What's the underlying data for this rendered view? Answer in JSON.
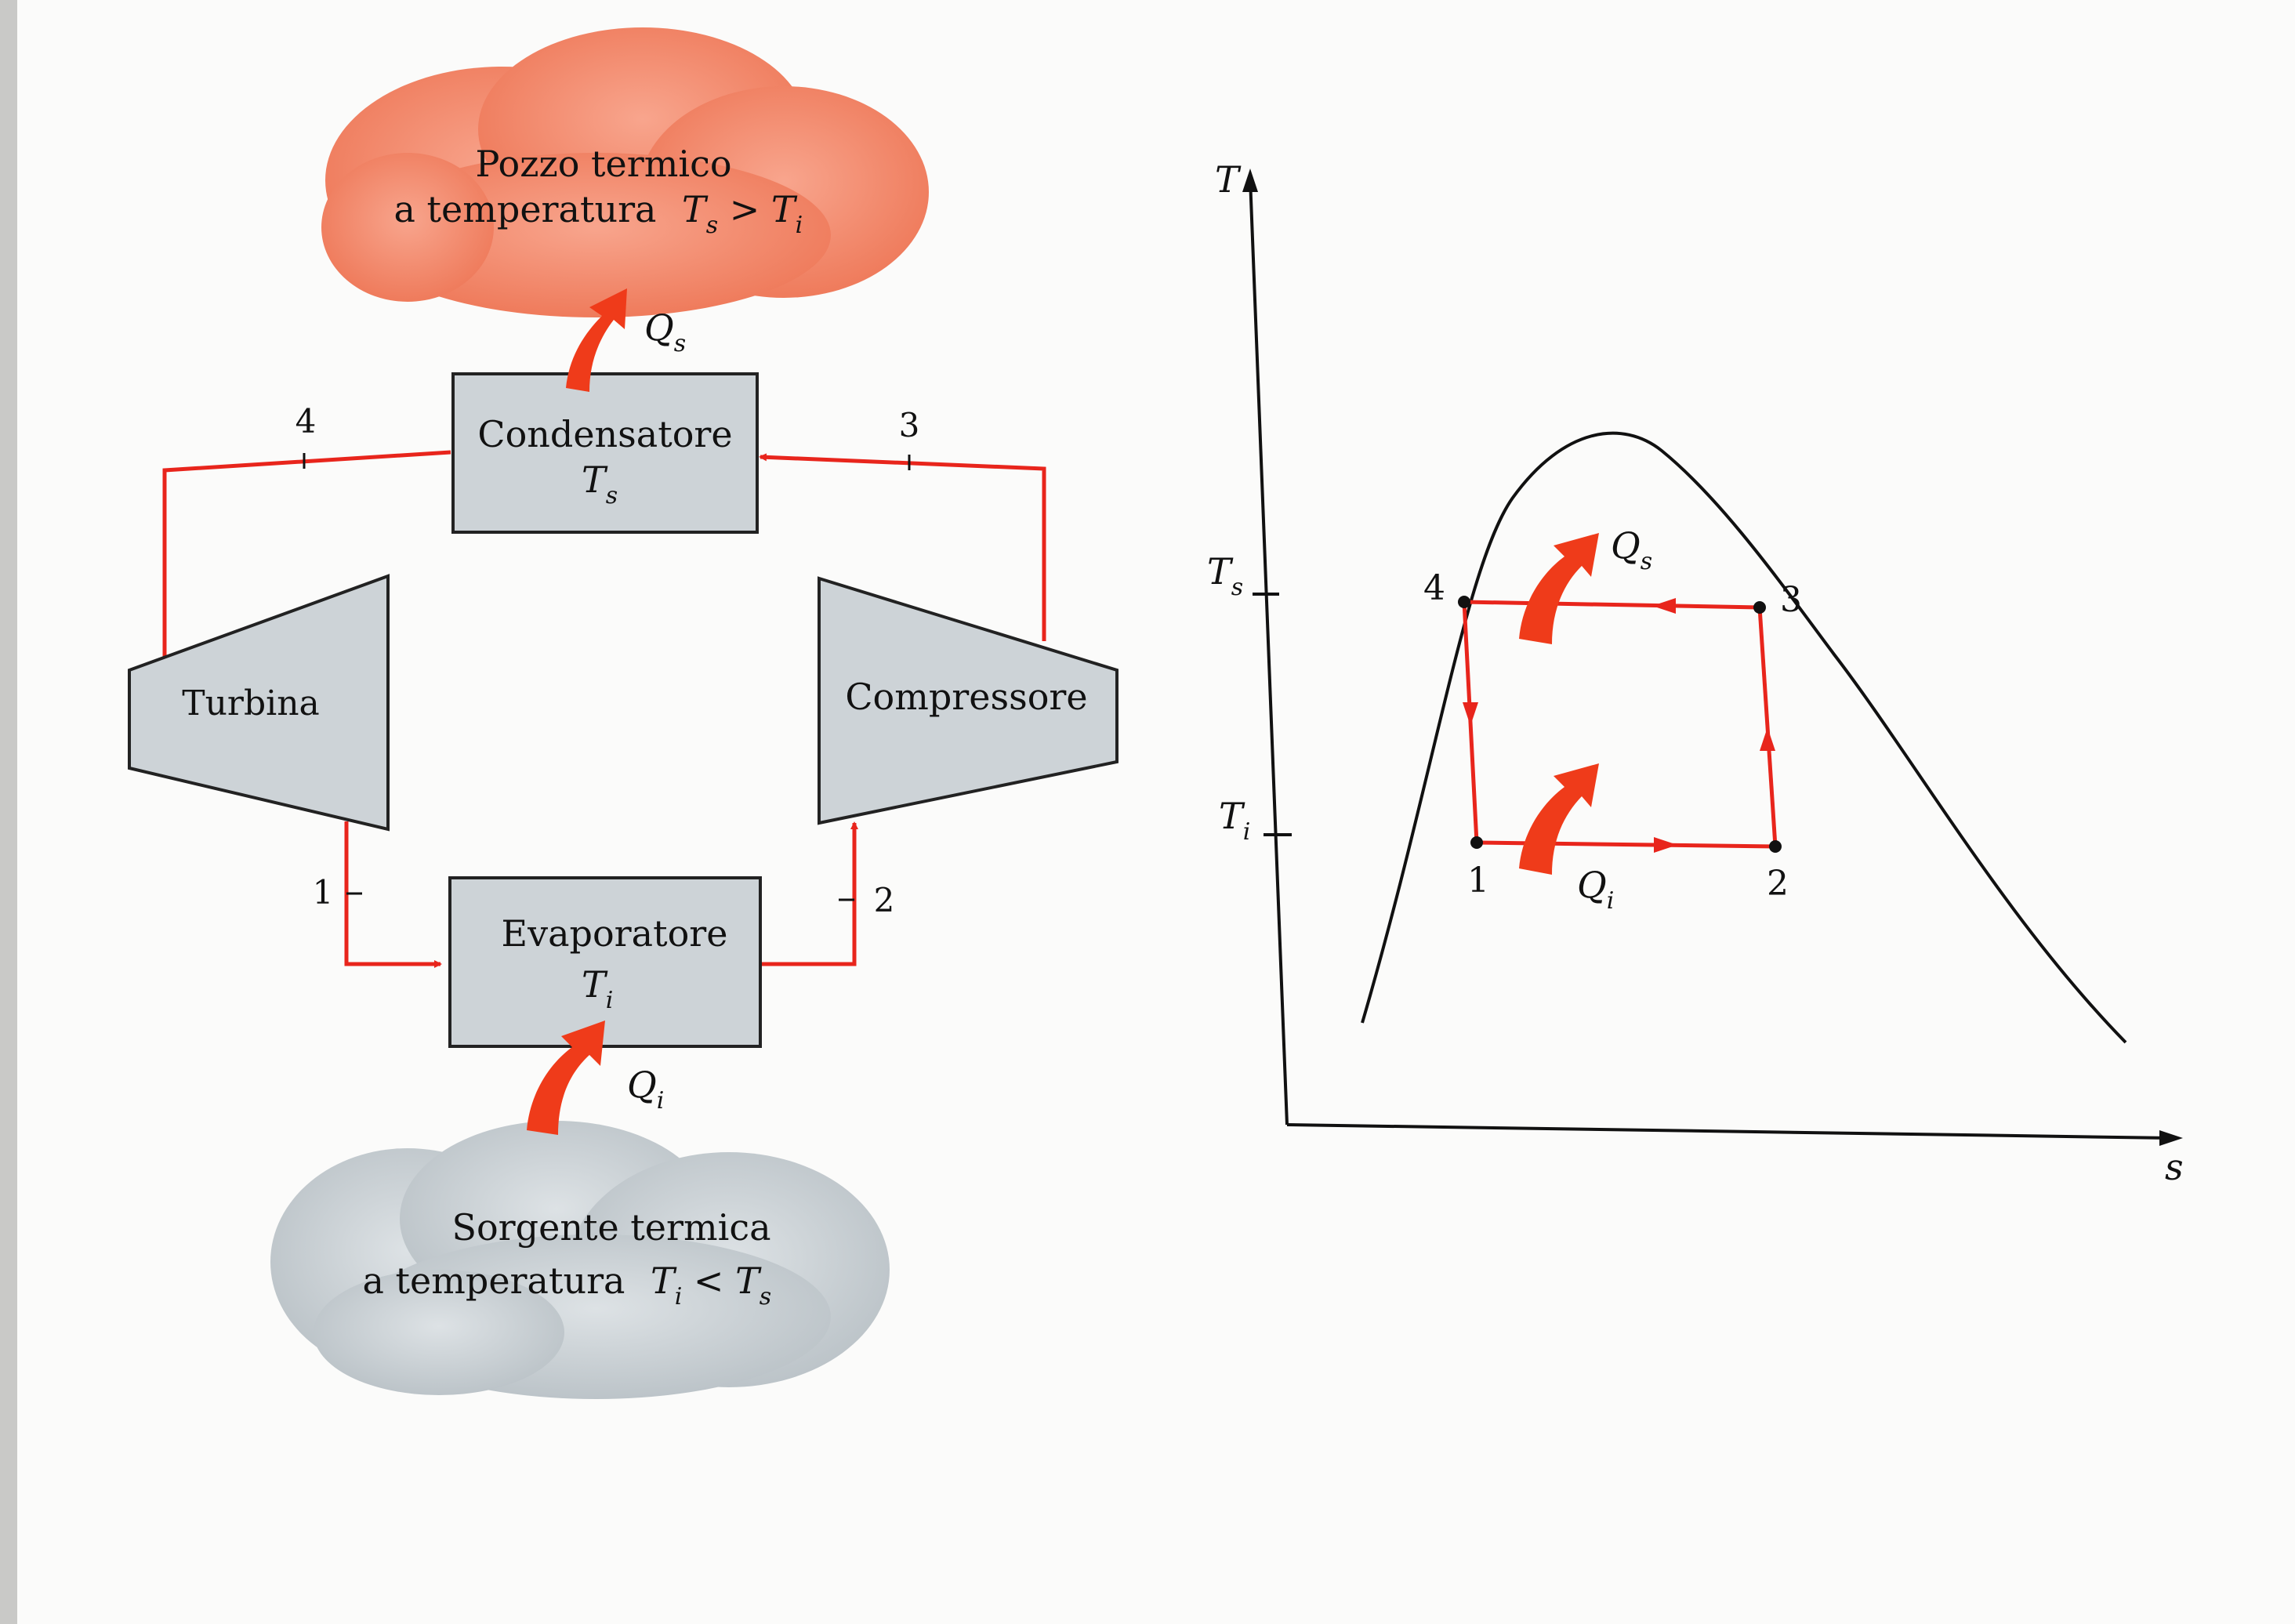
{
  "colors": {
    "flow": "#e8251c",
    "heat_arrow": "#ef3b1a",
    "hot_cloud": "#f1876b",
    "cold_cloud": "#c6cdd1",
    "component_fill": "#cdd3d7",
    "ink": "#111111"
  },
  "cycle_schematic": {
    "hot_reservoir": {
      "line1": "Pozzo termico",
      "line2": "a temperatura",
      "line2_math": "T_s > T_i"
    },
    "cold_reservoir": {
      "line1": "Sorgente termica",
      "line2": "a temperatura",
      "line2_math": "T_i < T_s"
    },
    "condenser": {
      "name": "Condensatore",
      "temp": "T_s"
    },
    "evaporator": {
      "name": "Evaporatore",
      "temp": "T_i"
    },
    "turbine": {
      "name": "Turbina"
    },
    "compressor": {
      "name": "Compressore"
    },
    "heat_out": "Q_s",
    "heat_in": "Q_i",
    "state_points": [
      "1",
      "2",
      "3",
      "4"
    ]
  },
  "ts_diagram": {
    "y_axis": "T",
    "x_axis": "s",
    "y_ticks": [
      "T_s",
      "T_i"
    ],
    "state_points": [
      "1",
      "2",
      "3",
      "4"
    ],
    "heat_out": "Q_s",
    "heat_in": "Q_i"
  }
}
